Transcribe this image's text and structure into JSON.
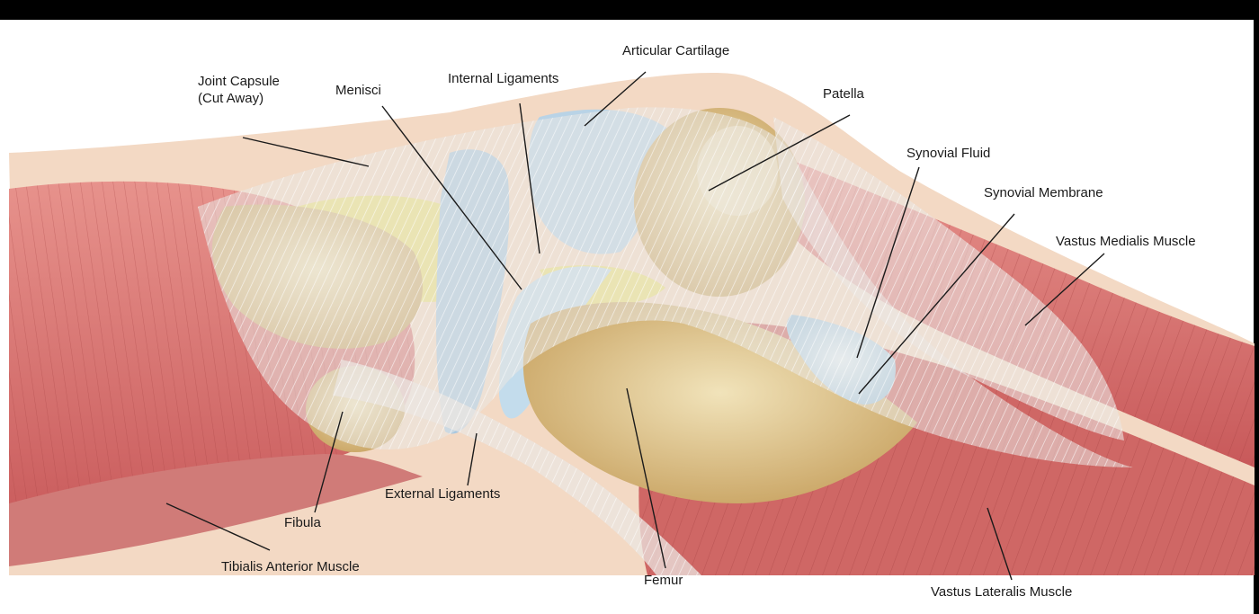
{
  "labels": {
    "joint_capsule_line1": "Joint Capsule",
    "joint_capsule_line2": "(Cut Away)",
    "menisci": "Menisci",
    "internal_ligaments": "Internal Ligaments",
    "articular_cartilage": "Articular Cartilage",
    "patella": "Patella",
    "synovial_fluid": "Synovial Fluid",
    "synovial_membrane": "Synovial Membrane",
    "vastus_medialis": "Vastus Medialis Muscle",
    "external_ligaments": "External Ligaments",
    "fibula": "Fibula",
    "tibialis_anterior": "Tibialis Anterior Muscle",
    "femur": "Femur",
    "vastus_lateralis": "Vastus Lateralis Muscle"
  },
  "colors": {
    "skin": "#f3d9c4",
    "muscle": "#d9726f",
    "muscle_dark": "#b84a4c",
    "bone": "#d8bf86",
    "cartilage": "#b9d3e6",
    "fat": "#ece07a",
    "tendon": "#e9e7e4",
    "line": "#1a1a1a"
  }
}
